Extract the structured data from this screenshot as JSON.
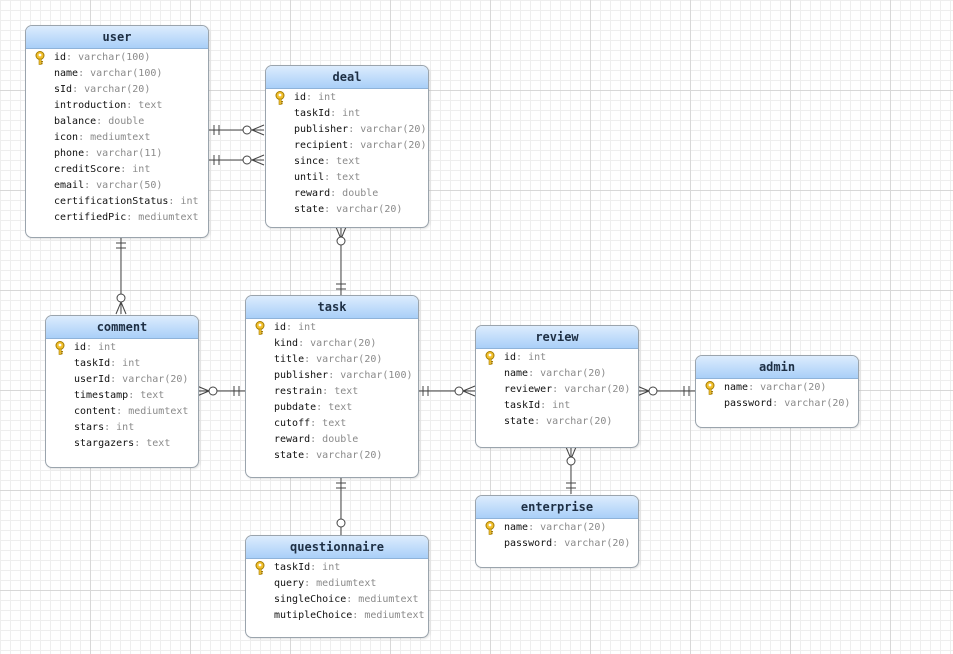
{
  "colors": {
    "header_top": "#dcecfd",
    "header_bottom": "#a9cff8",
    "border": "#9aa4ad",
    "key": "#f2c12e",
    "line": "#444444"
  },
  "tables": {
    "user": {
      "name": "user",
      "fields": [
        {
          "name": "id",
          "type": "varchar(100)",
          "pk": true
        },
        {
          "name": "name",
          "type": "varchar(100)"
        },
        {
          "name": "sId",
          "type": "varchar(20)"
        },
        {
          "name": "introduction",
          "type": "text"
        },
        {
          "name": "balance",
          "type": "double"
        },
        {
          "name": "icon",
          "type": "mediumtext"
        },
        {
          "name": "phone",
          "type": "varchar(11)"
        },
        {
          "name": "creditScore",
          "type": "int"
        },
        {
          "name": "email",
          "type": "varchar(50)"
        },
        {
          "name": "certificationStatus",
          "type": "int"
        },
        {
          "name": "certifiedPic",
          "type": "mediumtext"
        }
      ]
    },
    "deal": {
      "name": "deal",
      "fields": [
        {
          "name": "id",
          "type": "int",
          "pk": true
        },
        {
          "name": "taskId",
          "type": "int"
        },
        {
          "name": "publisher",
          "type": "varchar(20)"
        },
        {
          "name": "recipient",
          "type": "varchar(20)"
        },
        {
          "name": "since",
          "type": "text"
        },
        {
          "name": "until",
          "type": "text"
        },
        {
          "name": "reward",
          "type": "double"
        },
        {
          "name": "state",
          "type": "varchar(20)"
        }
      ]
    },
    "comment": {
      "name": "comment",
      "fields": [
        {
          "name": "id",
          "type": "int",
          "pk": true
        },
        {
          "name": "taskId",
          "type": "int"
        },
        {
          "name": "userId",
          "type": "varchar(20)"
        },
        {
          "name": "timestamp",
          "type": "text"
        },
        {
          "name": "content",
          "type": "mediumtext"
        },
        {
          "name": "stars",
          "type": "int"
        },
        {
          "name": "stargazers",
          "type": "text"
        }
      ]
    },
    "task": {
      "name": "task",
      "fields": [
        {
          "name": "id",
          "type": "int",
          "pk": true
        },
        {
          "name": "kind",
          "type": "varchar(20)"
        },
        {
          "name": "title",
          "type": "varchar(20)"
        },
        {
          "name": "publisher",
          "type": "varchar(100)"
        },
        {
          "name": "restrain",
          "type": "text"
        },
        {
          "name": "pubdate",
          "type": "text"
        },
        {
          "name": "cutoff",
          "type": "text"
        },
        {
          "name": "reward",
          "type": "double"
        },
        {
          "name": "state",
          "type": "varchar(20)"
        }
      ]
    },
    "review": {
      "name": "review",
      "fields": [
        {
          "name": "id",
          "type": "int",
          "pk": true
        },
        {
          "name": "name",
          "type": "varchar(20)"
        },
        {
          "name": "reviewer",
          "type": "varchar(20)"
        },
        {
          "name": "taskId",
          "type": "int"
        },
        {
          "name": "state",
          "type": "varchar(20)"
        }
      ]
    },
    "admin": {
      "name": "admin",
      "fields": [
        {
          "name": "name",
          "type": "varchar(20)",
          "pk": true
        },
        {
          "name": "password",
          "type": "varchar(20)"
        }
      ]
    },
    "enterprise": {
      "name": "enterprise",
      "fields": [
        {
          "name": "name",
          "type": "varchar(20)",
          "pk": true
        },
        {
          "name": "password",
          "type": "varchar(20)"
        }
      ]
    },
    "questionnaire": {
      "name": "questionnaire",
      "fields": [
        {
          "name": "taskId",
          "type": "int",
          "pk": true
        },
        {
          "name": "query",
          "type": "mediumtext"
        },
        {
          "name": "singleChoice",
          "type": "mediumtext"
        },
        {
          "name": "mutipleChoice",
          "type": "mediumtext"
        }
      ]
    }
  },
  "relationships": [
    {
      "from": "user",
      "to": "deal",
      "from_end": "one-only",
      "to_end": "zero-or-many"
    },
    {
      "from": "user",
      "to": "deal",
      "from_end": "one-only",
      "to_end": "zero-or-many"
    },
    {
      "from": "user",
      "to": "comment",
      "from_end": "one-only",
      "to_end": "zero-or-many"
    },
    {
      "from": "task",
      "to": "deal",
      "from_end": "one-only",
      "to_end": "zero-or-many"
    },
    {
      "from": "task",
      "to": "comment",
      "from_end": "one-only",
      "to_end": "zero-or-many"
    },
    {
      "from": "task",
      "to": "review",
      "from_end": "one-only",
      "to_end": "zero-or-many"
    },
    {
      "from": "admin",
      "to": "review",
      "from_end": "one-only",
      "to_end": "zero-or-many"
    },
    {
      "from": "enterprise",
      "to": "review",
      "from_end": "one-only",
      "to_end": "zero-or-many"
    },
    {
      "from": "task",
      "to": "questionnaire",
      "from_end": "one-only",
      "to_end": "zero-or-one"
    }
  ]
}
